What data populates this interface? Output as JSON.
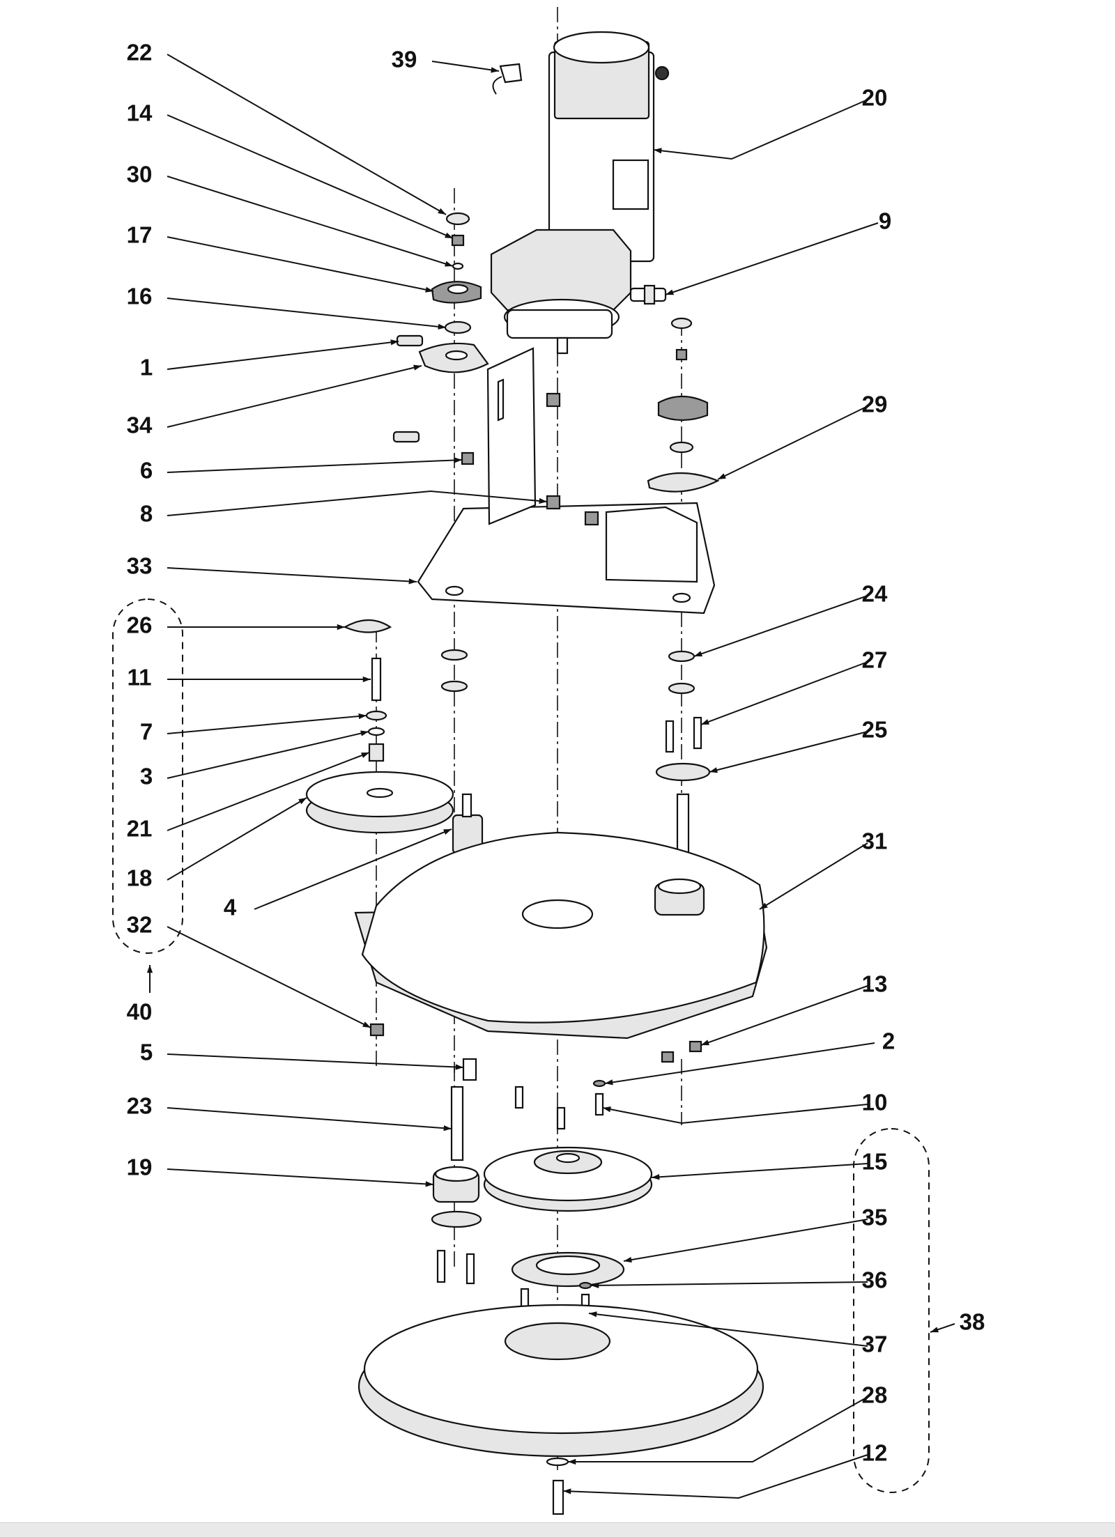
{
  "callouts": [
    {
      "id": "22",
      "label": "22"
    },
    {
      "id": "14",
      "label": "14"
    },
    {
      "id": "30",
      "label": "30"
    },
    {
      "id": "17",
      "label": "17"
    },
    {
      "id": "16",
      "label": "16"
    },
    {
      "id": "1",
      "label": "1"
    },
    {
      "id": "34",
      "label": "34"
    },
    {
      "id": "6",
      "label": "6"
    },
    {
      "id": "8",
      "label": "8"
    },
    {
      "id": "33",
      "label": "33"
    },
    {
      "id": "26",
      "label": "26"
    },
    {
      "id": "11",
      "label": "11"
    },
    {
      "id": "7",
      "label": "7"
    },
    {
      "id": "3",
      "label": "3"
    },
    {
      "id": "21",
      "label": "21"
    },
    {
      "id": "18",
      "label": "18"
    },
    {
      "id": "32",
      "label": "32"
    },
    {
      "id": "40",
      "label": "40"
    },
    {
      "id": "4",
      "label": "4"
    },
    {
      "id": "5",
      "label": "5"
    },
    {
      "id": "23",
      "label": "23"
    },
    {
      "id": "19",
      "label": "19"
    },
    {
      "id": "39",
      "label": "39"
    },
    {
      "id": "20",
      "label": "20"
    },
    {
      "id": "9",
      "label": "9"
    },
    {
      "id": "29",
      "label": "29"
    },
    {
      "id": "24",
      "label": "24"
    },
    {
      "id": "27",
      "label": "27"
    },
    {
      "id": "25",
      "label": "25"
    },
    {
      "id": "31",
      "label": "31"
    },
    {
      "id": "13",
      "label": "13"
    },
    {
      "id": "2",
      "label": "2"
    },
    {
      "id": "10",
      "label": "10"
    },
    {
      "id": "15",
      "label": "15"
    },
    {
      "id": "35",
      "label": "35"
    },
    {
      "id": "36",
      "label": "36"
    },
    {
      "id": "37",
      "label": "37"
    },
    {
      "id": "38",
      "label": "38"
    },
    {
      "id": "28",
      "label": "28"
    },
    {
      "id": "12",
      "label": "12"
    }
  ]
}
